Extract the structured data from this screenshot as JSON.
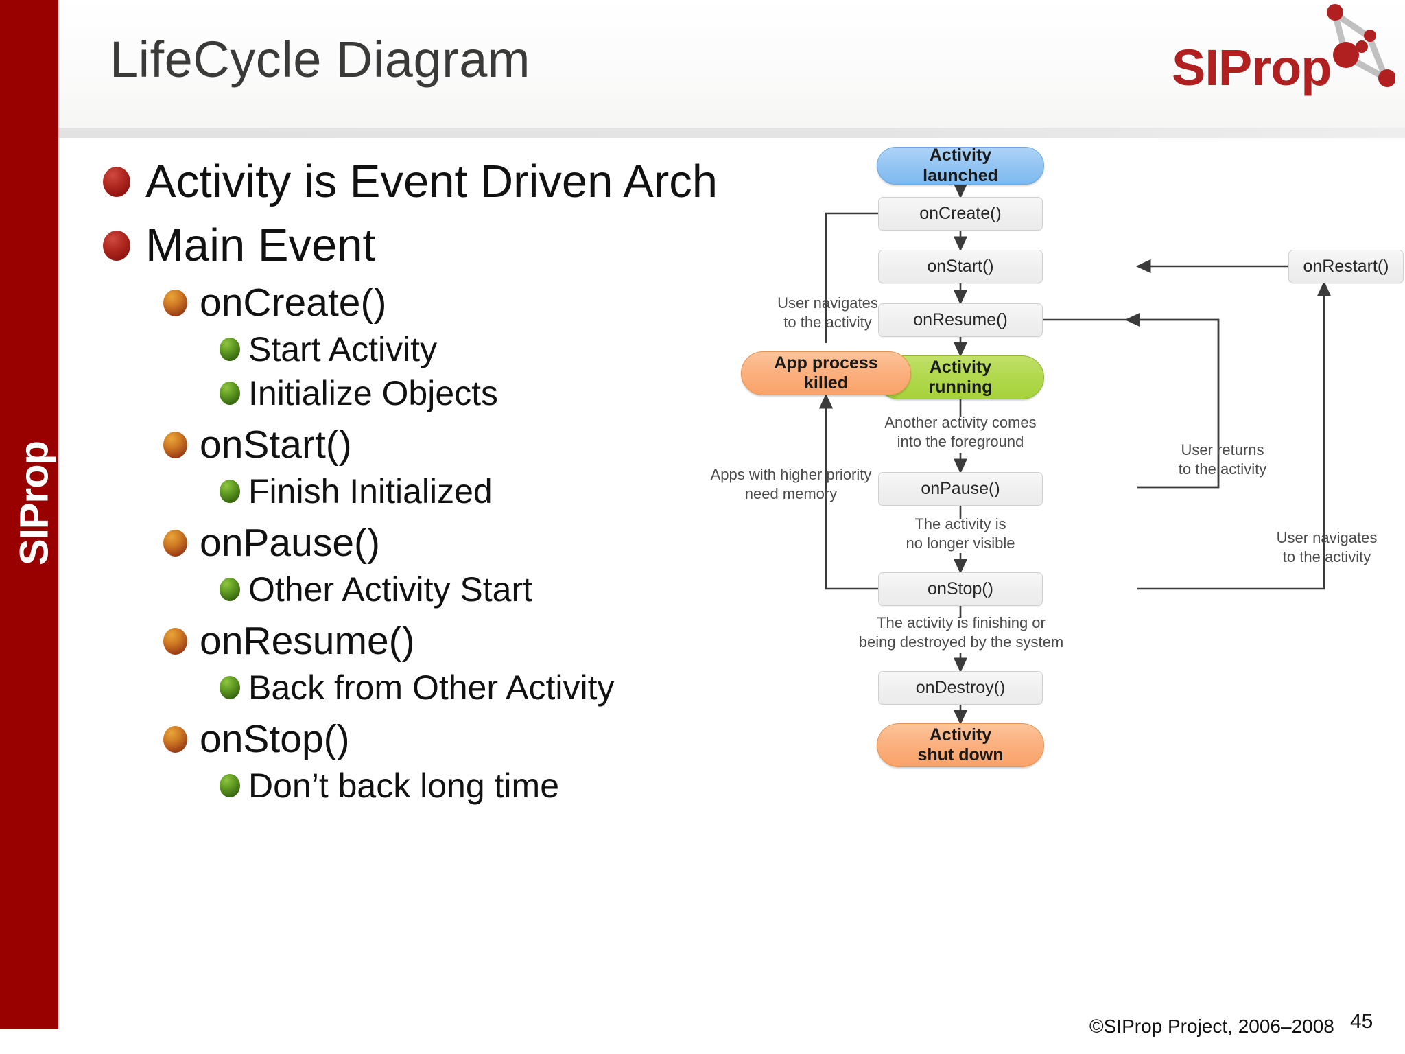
{
  "slide": {
    "title": "LifeCycle Diagram",
    "sidebar_label": "SIProp",
    "logo_text": "SIProp",
    "copyright": "©SIProp Project, 2006–2008",
    "page_number": "45",
    "colors": {
      "sidebar": "#990000",
      "logo": "#b02020",
      "title": "#3a3a38",
      "bullet_level1": "#b22a22",
      "bullet_level2": "#cf7a24",
      "bullet_level3": "#5f9a22",
      "node_process": "#efeff0",
      "node_launched": "#96c6f3",
      "node_running": "#b2d94f",
      "node_terminal": "#fbb180"
    }
  },
  "bullets": [
    {
      "level": 1,
      "text": "Activity is Event Driven Arch"
    },
    {
      "level": 1,
      "text": "Main Event"
    },
    {
      "level": 2,
      "text": "onCreate()"
    },
    {
      "level": 3,
      "text": "Start Activity"
    },
    {
      "level": 3,
      "text": "Initialize Objects"
    },
    {
      "level": 2,
      "text": "onStart()"
    },
    {
      "level": 3,
      "text": "Finish Initialized"
    },
    {
      "level": 2,
      "text": "onPause()"
    },
    {
      "level": 3,
      "text": "Other Activity Start"
    },
    {
      "level": 2,
      "text": "onResume()"
    },
    {
      "level": 3,
      "text": "Back from Other Activity"
    },
    {
      "level": 2,
      "text": "onStop()"
    },
    {
      "level": 3,
      "text": "Don’t back long time"
    }
  ],
  "diagram": {
    "nodes": {
      "activity_launched": {
        "label_line1": "Activity",
        "label_line2": "launched",
        "kind": "pill-blue"
      },
      "on_create": {
        "label": "onCreate()",
        "kind": "process"
      },
      "on_start": {
        "label": "onStart()",
        "kind": "process"
      },
      "on_resume": {
        "label": "onResume()",
        "kind": "process"
      },
      "on_restart": {
        "label": "onRestart()",
        "kind": "process"
      },
      "on_pause": {
        "label": "onPause()",
        "kind": "process"
      },
      "on_stop": {
        "label": "onStop()",
        "kind": "process"
      },
      "on_destroy": {
        "label": "onDestroy()",
        "kind": "process"
      },
      "activity_running": {
        "label_line1": "Activity",
        "label_line2": "running",
        "kind": "pill-green"
      },
      "app_process_killed": {
        "label_line1": "App process",
        "label_line2": "killed",
        "kind": "pill-orange"
      },
      "activity_shut_down": {
        "label_line1": "Activity",
        "label_line2": "shut down",
        "kind": "pill-orange"
      }
    },
    "edge_labels": {
      "user_navigates_left": {
        "line1": "User navigates",
        "line2": "to the activity"
      },
      "apps_higher_priority": {
        "line1": "Apps with higher priority",
        "line2": "need memory"
      },
      "another_activity": {
        "line1": "Another activity comes",
        "line2": "into the foreground"
      },
      "no_longer_visible": {
        "line1": "The activity is",
        "line2": "no longer visible"
      },
      "user_returns": {
        "line1": "User returns",
        "line2": "to the activity"
      },
      "user_navigates_right": {
        "line1": "User navigates",
        "line2": "to the activity"
      },
      "finishing_or_destroyed": {
        "line1": "The activity is finishing or",
        "line2": "being destroyed by the system"
      }
    }
  }
}
